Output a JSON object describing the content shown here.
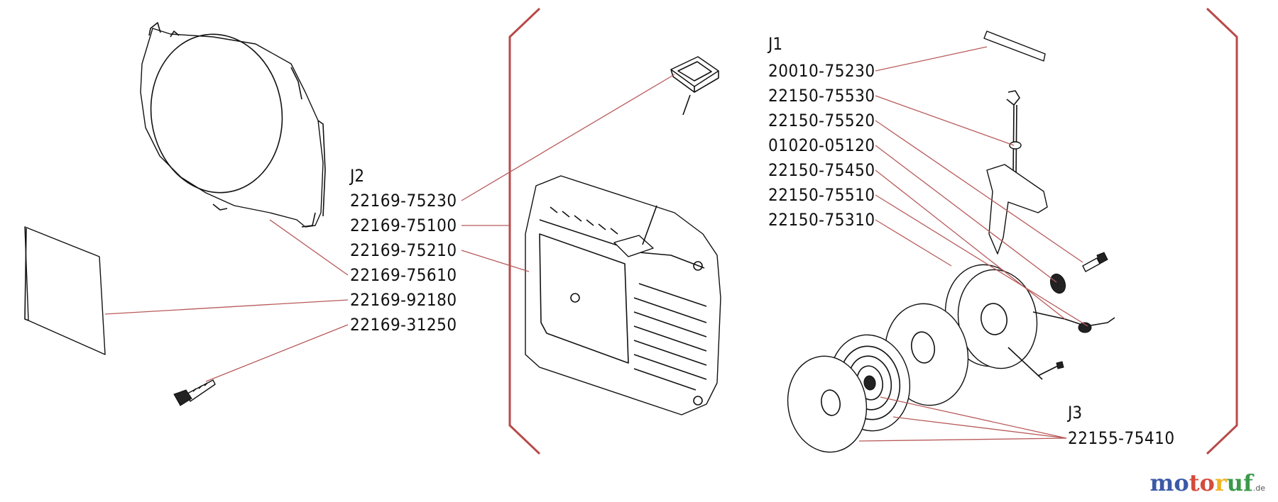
{
  "groups": {
    "j1": {
      "label": "J1",
      "parts": [
        "20010-75230",
        "22150-75530",
        "22150-75520",
        "01020-05120",
        "22150-75450",
        "22150-75510",
        "22150-75310"
      ]
    },
    "j2": {
      "label": "J2",
      "parts": [
        "22169-75230",
        "22169-75100",
        "22169-75210",
        "22169-75610",
        "22169-92180",
        "22169-31250"
      ]
    },
    "j3": {
      "label": "J3",
      "parts": [
        "22155-75410"
      ]
    }
  },
  "logo": {
    "text": "motoruf",
    "tld": ".de"
  },
  "colors": {
    "leader": "#b85a5a",
    "bracket": "#b94a4a",
    "ink": "#111111"
  }
}
